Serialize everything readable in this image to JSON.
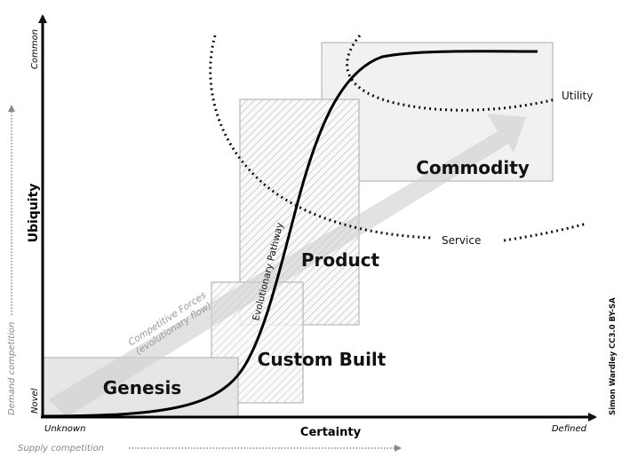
{
  "axes": {
    "y_label": "Ubiquity",
    "y_top": "Common",
    "y_bottom": "Novel",
    "x_label": "Certainty",
    "x_left": "Unknown",
    "x_right": "Defined",
    "demand": "Demand competition",
    "supply": "Supply competition"
  },
  "stages": {
    "genesis": "Genesis",
    "custom": "Custom Built",
    "product": "Product",
    "commodity": "Commodity"
  },
  "annotations": {
    "pathway": "Evolutionary Pathway",
    "forces_line1": "Competitive Forces",
    "forces_line2": "(evolutionary flow)",
    "utility": "Utility",
    "service": "Service"
  },
  "credit": "Simon Wardley CC3.0 BY-SA",
  "colors": {
    "ink": "#111111",
    "box": "#e8e8e8",
    "arrow": "#d4d4d4",
    "muted": "#888888"
  }
}
